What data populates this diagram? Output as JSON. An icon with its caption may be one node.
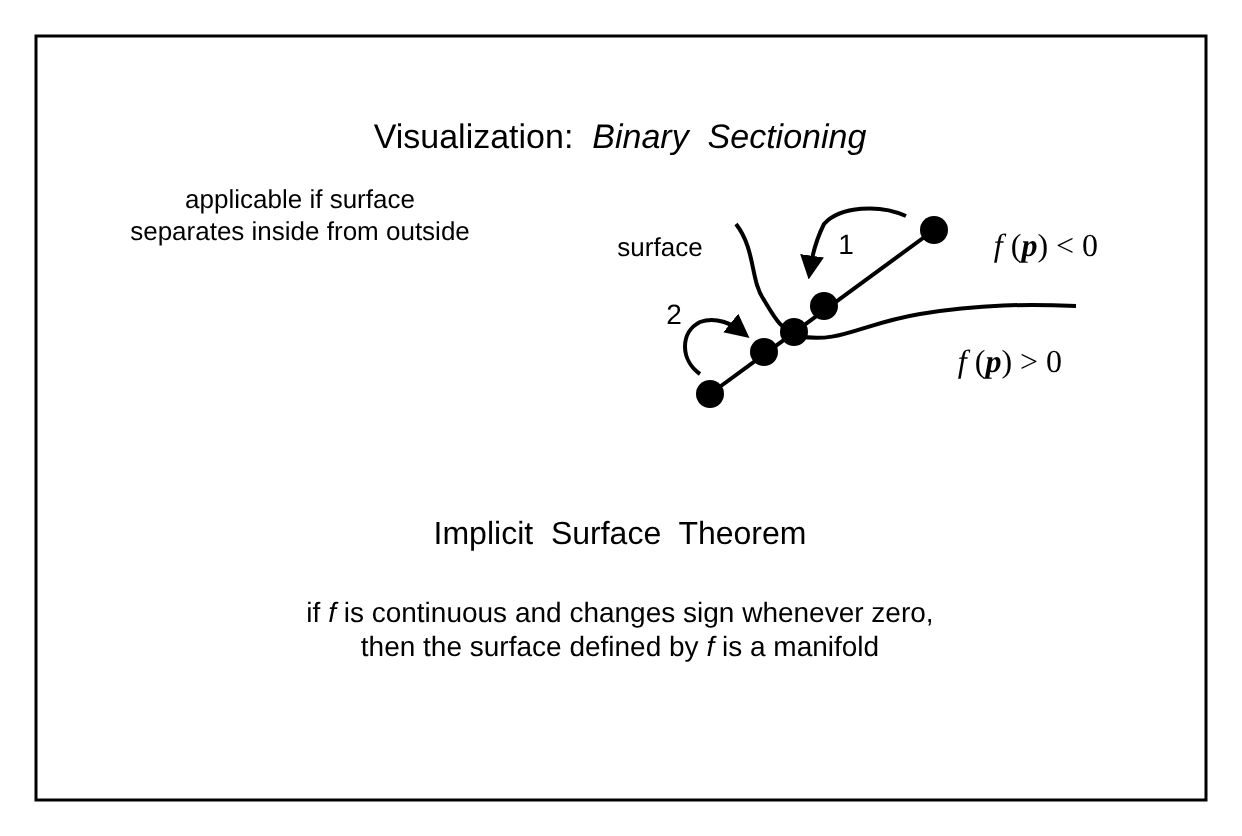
{
  "diagram": {
    "title": "Visualization:  *Binary  Sectioning*",
    "labels": [
      "applicable if surface separates inside from outside",
      "surface",
      "1",
      "*f* (**p**) < 0",
      "2",
      "*f* (**p**) > 0",
      "Implicit  Surface  Theorem",
      "if *f* is continuous and changes sign whenever zero, then the surface defined by *f* is a manifold"
    ]
  }
}
